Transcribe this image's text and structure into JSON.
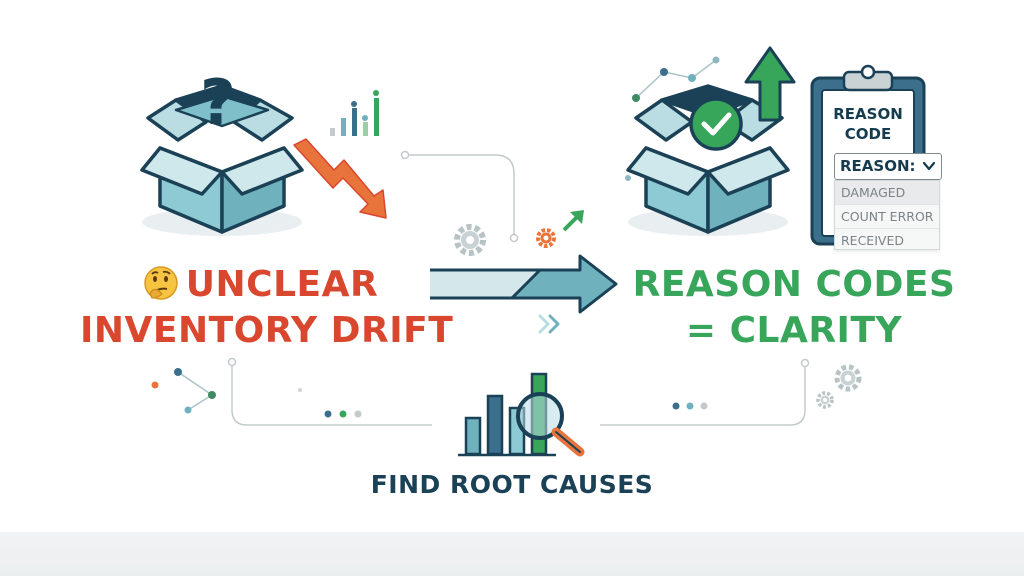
{
  "left": {
    "headline_line1": "UNCLEAR",
    "headline_line2": "INVENTORY DRIFT",
    "emoji_icon": "thinking-face-icon",
    "box_icon": "open-box-question-icon",
    "trend_icon": "downward-trend-arrow-icon"
  },
  "right": {
    "headline_line1": "REASON CODES",
    "headline_line2": "= CLARITY",
    "box_icon": "open-box-checkmark-icon",
    "trend_icon": "upward-arrow-icon"
  },
  "clipboard": {
    "title_line1": "REASON",
    "title_line2": "CODE",
    "dropdown_label": "REASON:",
    "options": [
      "DAMAGED",
      "COUNT ERROR",
      "RECEIVED"
    ]
  },
  "bottom": {
    "caption": "FIND ROOT CAUSES",
    "icon": "bar-chart-magnifier-icon"
  },
  "colors": {
    "red": "#d9472f",
    "green": "#37a55a",
    "navy": "#1b4156",
    "teal": "#6fb1bd",
    "orange": "#e8743b",
    "gray_line": "#c3cacc"
  }
}
